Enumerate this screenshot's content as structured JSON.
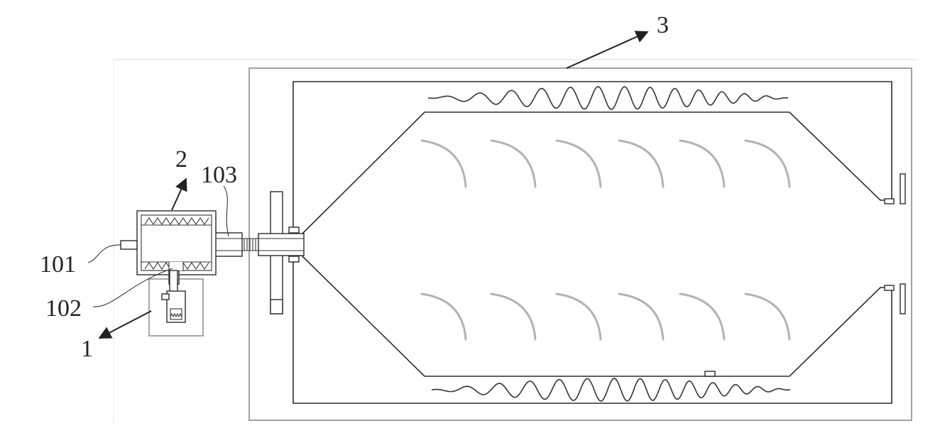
{
  "labels": {
    "l1": "1",
    "l2": "2",
    "l3": "3",
    "l101": "101",
    "l102": "102",
    "l103": "103"
  }
}
